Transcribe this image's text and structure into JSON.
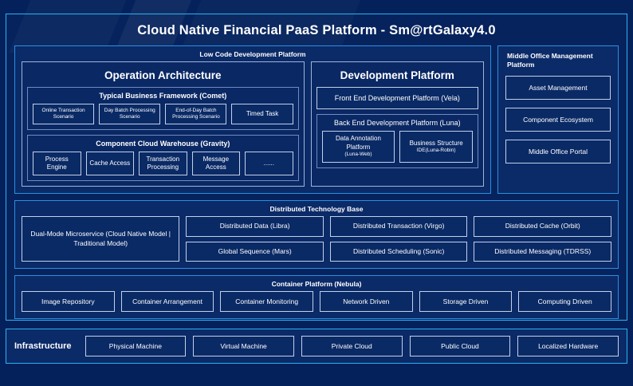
{
  "header": {
    "title": "Cloud Native Financial PaaS Platform - Sm@rtGalaxy4.0"
  },
  "colors": {
    "page_background": "#04215c",
    "frame_border": "#2bb2ef",
    "panel_border": "#2b8fe0",
    "panel_background": "#0b2a68",
    "cell_border": "#c3d0e8",
    "cell_background": "#0a2a66",
    "text": "#ffffff"
  },
  "low_code": {
    "title": "Low Code Development Platform",
    "operation_architecture": {
      "title": "Operation Architecture",
      "business_framework": {
        "title": "Typical Business Framework (Comet)",
        "items": [
          "Online Transaction Scenario",
          "Day Batch Processing Scenario",
          "End-of-Day Batch Processing Scenario",
          "Timed Task"
        ]
      },
      "component_warehouse": {
        "title": "Component Cloud Warehouse (Gravity)",
        "items": [
          "Process Engine",
          "Cache Access",
          "Transaction Processing",
          "Message Access",
          "......"
        ]
      }
    },
    "development_platform": {
      "title": "Development Platform",
      "front_end": "Front End Development Platform (Vela)",
      "back_end": {
        "title": "Back End Development Platform (Luna)",
        "items": [
          {
            "name": "Data Annotation Platform",
            "sub": "(Luna-Web)"
          },
          {
            "name": "Business Structure",
            "sub": "IDE(Luna-Robin)"
          }
        ]
      }
    }
  },
  "middle_office": {
    "title": "Middle Office Management Platform",
    "items": [
      "Asset Management",
      "Component Ecosystem",
      "Middle Office Portal"
    ]
  },
  "distributed_technology_base": {
    "title": "Distributed Technology Base",
    "microservice": "Dual-Mode Microservice (Cloud Native Model | Traditional Model)",
    "columns": [
      [
        "Distributed Data (Libra)",
        "Global Sequence (Mars)"
      ],
      [
        "Distributed Transaction (Virgo)",
        "Distributed Scheduling (Sonic)"
      ],
      [
        "Distributed Cache (Orbit)",
        "Distributed Messaging (TDRSS)"
      ]
    ]
  },
  "container_platform": {
    "title": "Container Platform (Nebula)",
    "items": [
      "Image Repository",
      "Container Arrangement",
      "Container Monitoring",
      "Network Driven",
      "Storage Driven",
      "Computing Driven"
    ]
  },
  "infrastructure": {
    "label": "Infrastructure",
    "items": [
      "Physical Machine",
      "Virtual Machine",
      "Private Cloud",
      "Public Cloud",
      "Localized Hardware"
    ]
  }
}
